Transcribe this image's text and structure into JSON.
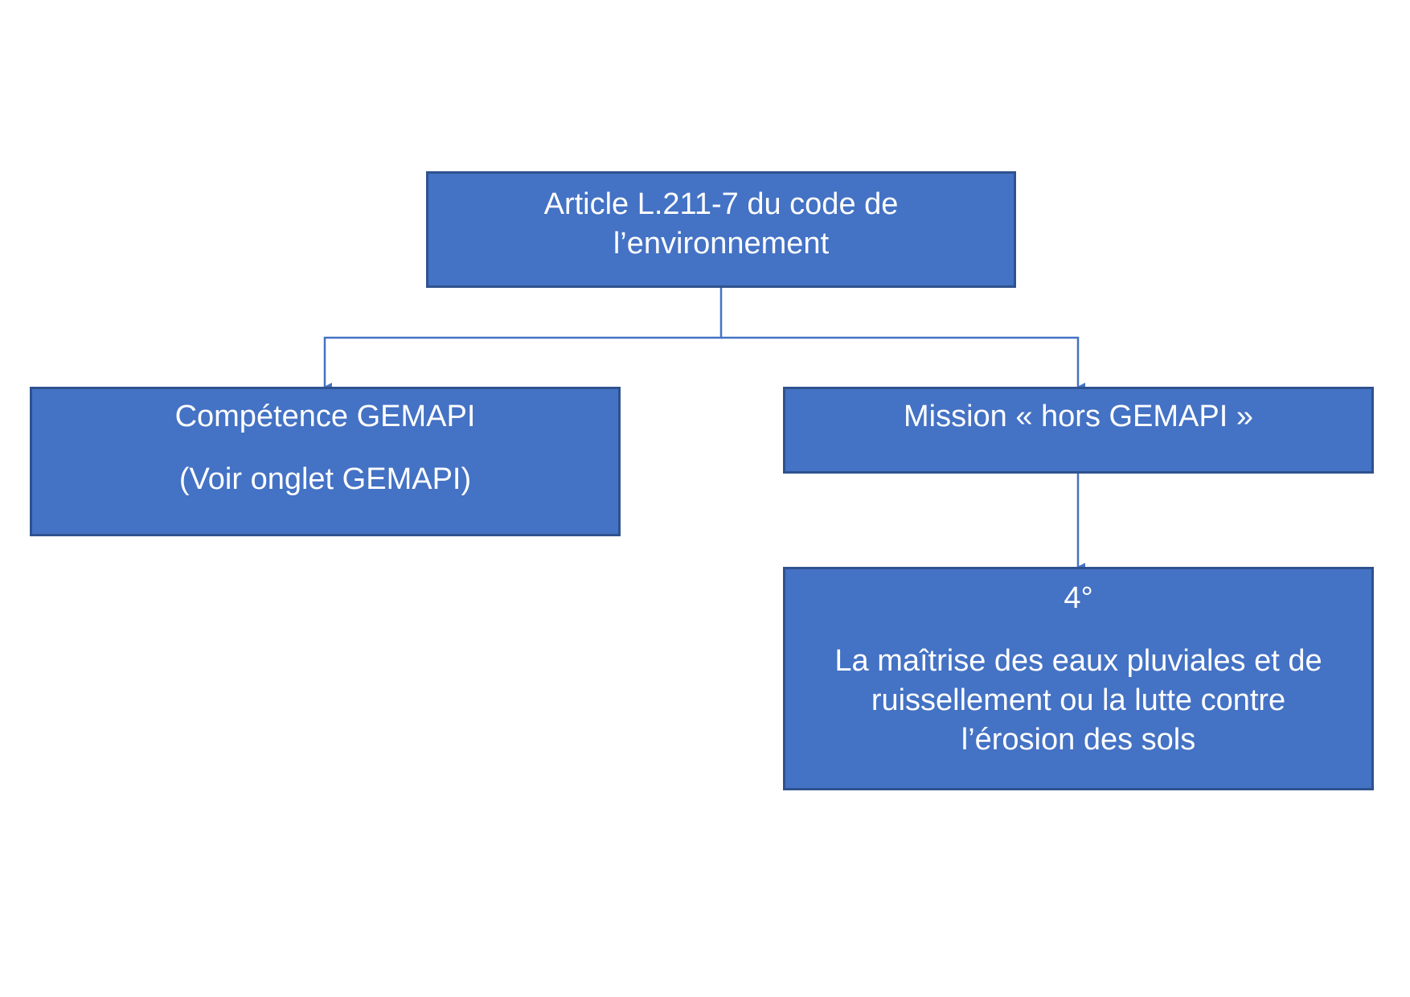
{
  "diagram": {
    "root": {
      "lines": [
        "Article L.211-7 du code de",
        "l’environnement"
      ]
    },
    "left_branch": {
      "title": "Compétence GEMAPI",
      "note": "(Voir onglet GEMAPI)"
    },
    "right_branch": {
      "title": "Mission « hors GEMAPI »"
    },
    "item": {
      "number": "4°",
      "lines": [
        "La maîtrise des eaux pluviales et de",
        "ruissellement ou la lutte contre",
        "l’érosion des sols"
      ]
    },
    "colors": {
      "box_fill": "#4472c4",
      "box_border": "#2f528f",
      "connector": "#4472c4",
      "text": "#ffffff"
    }
  }
}
